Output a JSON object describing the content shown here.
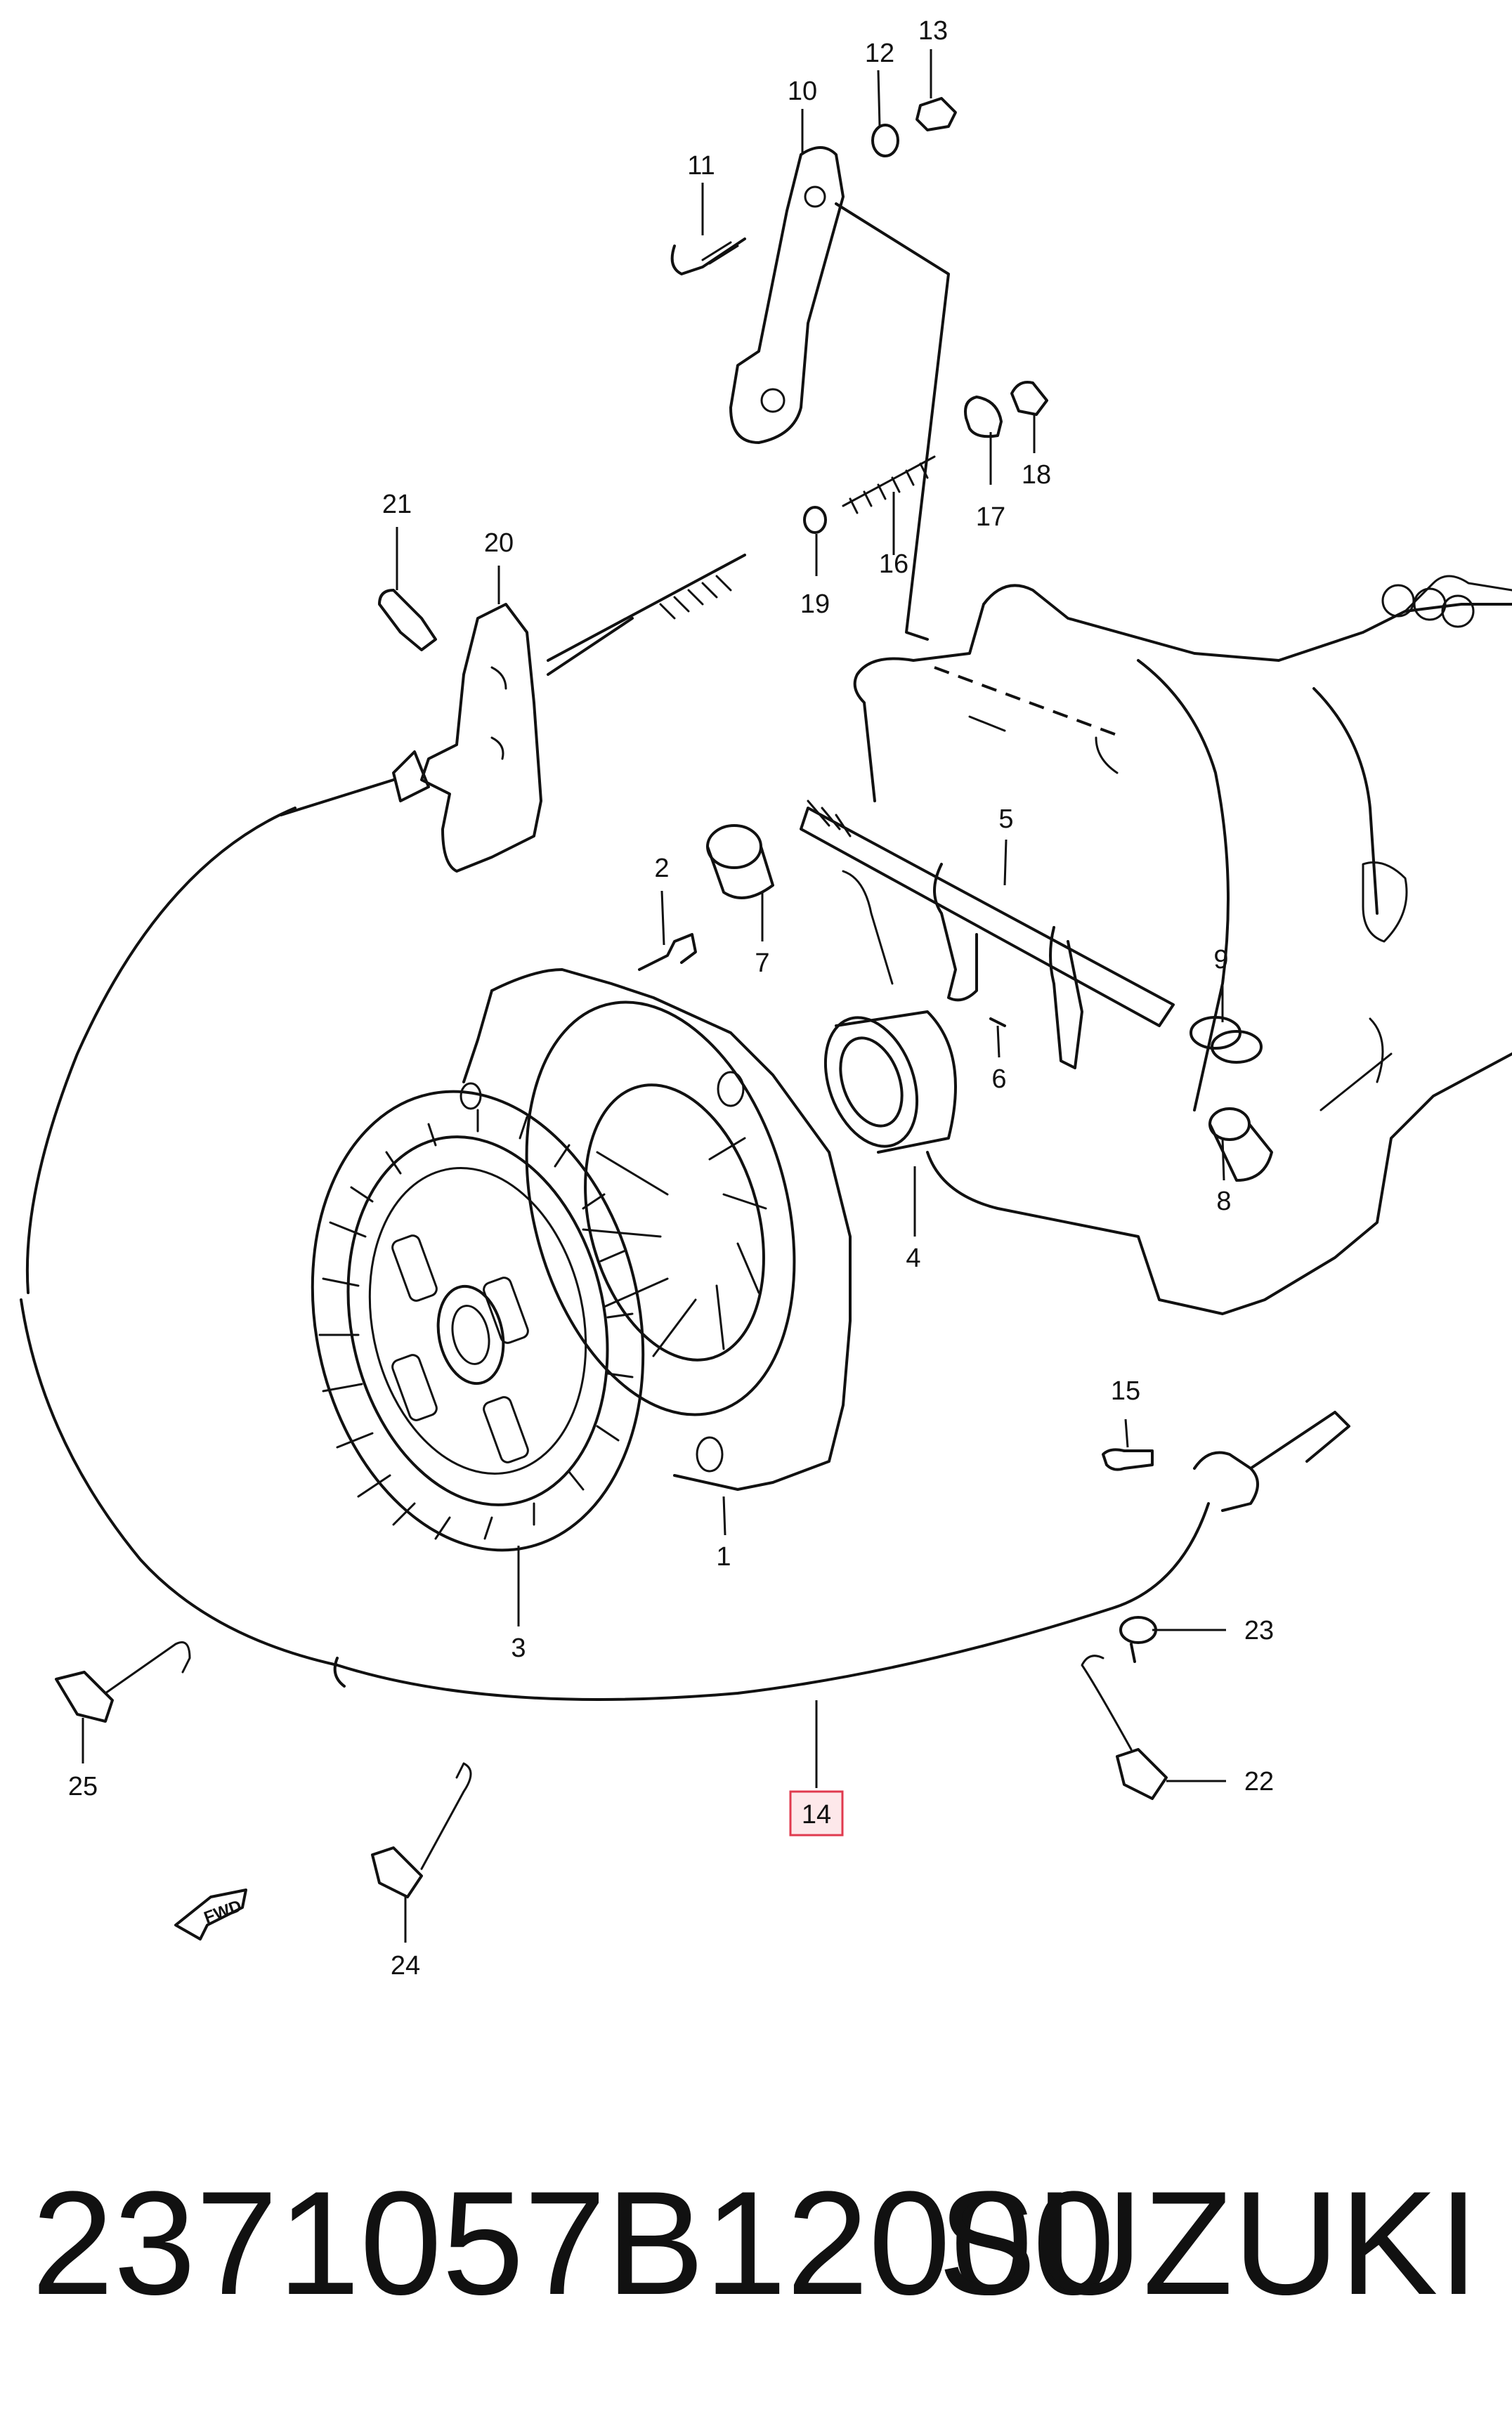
{
  "callouts": {
    "c1": "1",
    "c2": "2",
    "c3": "3",
    "c4": "4",
    "c5": "5",
    "c6": "6",
    "c7": "7",
    "c8": "8",
    "c9": "9",
    "c10": "10",
    "c11": "11",
    "c12": "12",
    "c13": "13",
    "c14": "14",
    "c15": "15",
    "c16": "16",
    "c17": "17",
    "c18": "18",
    "c19": "19",
    "c20": "20",
    "c21": "21",
    "c22": "22",
    "c23": "23",
    "c24": "24",
    "c25": "25"
  },
  "fwd_label": "FWD",
  "highlight_color": "#e03a4e",
  "footer": {
    "part_number": "2371057B12000",
    "brand": "SUZUKI"
  }
}
